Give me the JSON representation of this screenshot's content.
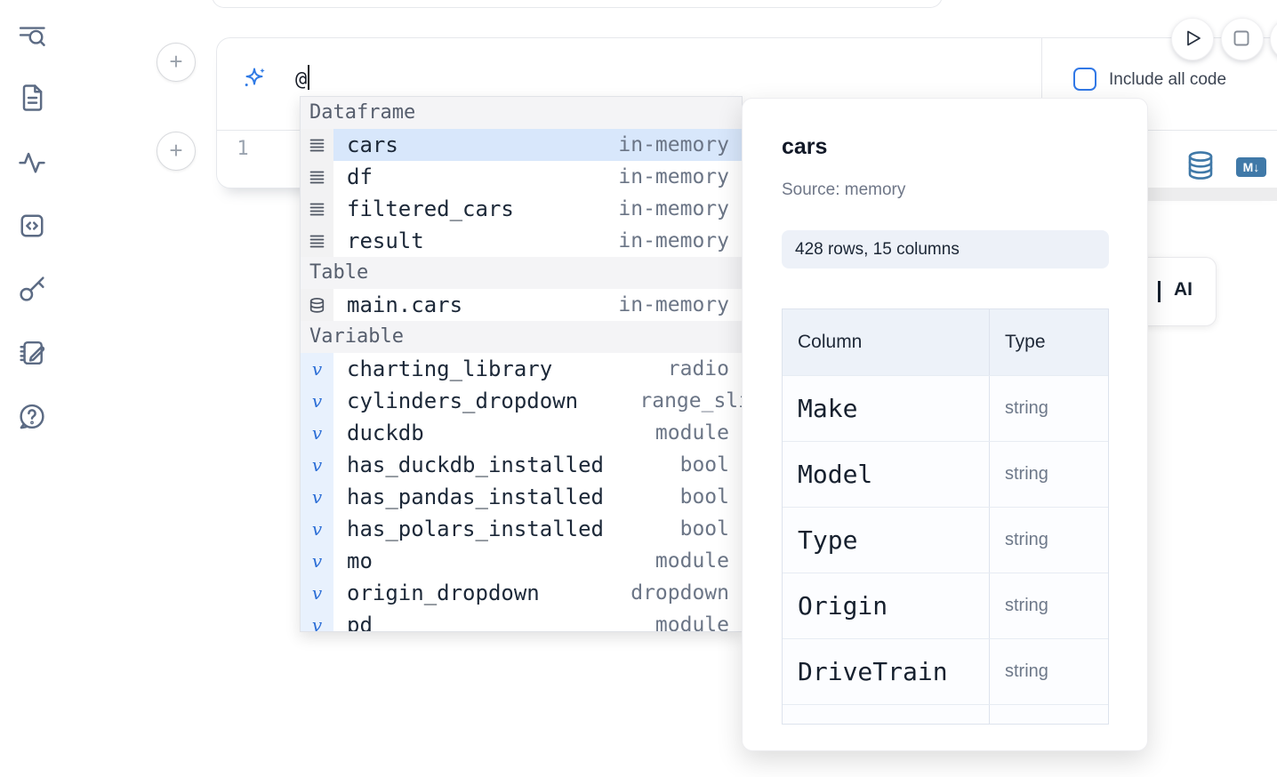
{
  "colors": {
    "accent_blue": "#3178e6",
    "steel_blue": "#4079a8",
    "selection_blue": "#d8e7fb",
    "sidebar_icon": "#5c6b84"
  },
  "sidebar": {
    "items": [
      {
        "icon": "toc-search-icon"
      },
      {
        "icon": "document-icon"
      },
      {
        "icon": "activity-icon"
      },
      {
        "icon": "code-snippet-icon"
      },
      {
        "icon": "key-icon"
      },
      {
        "icon": "scratchpad-icon"
      },
      {
        "icon": "help-chat-icon"
      }
    ]
  },
  "ai_cell": {
    "prompt_value": "@",
    "include_all_code_label": "Include all code",
    "checkbox_checked": false,
    "icon": "sparkles-icon"
  },
  "run_controls": {
    "buttons": [
      {
        "icon": "play-icon"
      },
      {
        "icon": "stop-icon"
      },
      {
        "icon": "clipped-circle-button"
      }
    ]
  },
  "code_cell": {
    "line_number": "1",
    "toolbar_icons": [
      "database-icon",
      "markdown-badge"
    ],
    "markdown_badge_label": "M↓"
  },
  "add_cell_buttons": {
    "label": "+"
  },
  "ai_card": {
    "fragment_label": "AI"
  },
  "autocomplete": {
    "sections": [
      {
        "label": "Dataframe",
        "icon_kind": "rows",
        "items": [
          {
            "name": "cars",
            "type": "in-memory",
            "selected": true
          },
          {
            "name": "df",
            "type": "in-memory"
          },
          {
            "name": "filtered_cars",
            "type": "in-memory"
          },
          {
            "name": "result",
            "type": "in-memory"
          }
        ]
      },
      {
        "label": "Table",
        "icon_kind": "db",
        "items": [
          {
            "name": "main.cars",
            "type": "in-memory"
          }
        ]
      },
      {
        "label": "Variable",
        "icon_kind": "var",
        "items": [
          {
            "name": "charting_library",
            "type": "radio"
          },
          {
            "name": "cylinders_dropdown",
            "type": "range_sli",
            "clipped": true
          },
          {
            "name": "duckdb",
            "type": "module"
          },
          {
            "name": "has_duckdb_installed",
            "type": "bool"
          },
          {
            "name": "has_pandas_installed",
            "type": "bool"
          },
          {
            "name": "has_polars_installed",
            "type": "bool"
          },
          {
            "name": "mo",
            "type": "module"
          },
          {
            "name": "origin_dropdown",
            "type": "dropdown"
          },
          {
            "name": "pd",
            "type": "module",
            "partial": true
          }
        ]
      }
    ]
  },
  "preview": {
    "title": "cars",
    "source": "Source: memory",
    "shape": "428 rows, 15 columns",
    "table": {
      "headers": [
        "Column",
        "Type"
      ],
      "rows": [
        {
          "column": "Make",
          "type": "string"
        },
        {
          "column": "Model",
          "type": "string"
        },
        {
          "column": "Type",
          "type": "string"
        },
        {
          "column": "Origin",
          "type": "string"
        },
        {
          "column": "DriveTrain",
          "type": "string"
        },
        {
          "column": "",
          "type": "",
          "partial": true
        }
      ]
    }
  }
}
